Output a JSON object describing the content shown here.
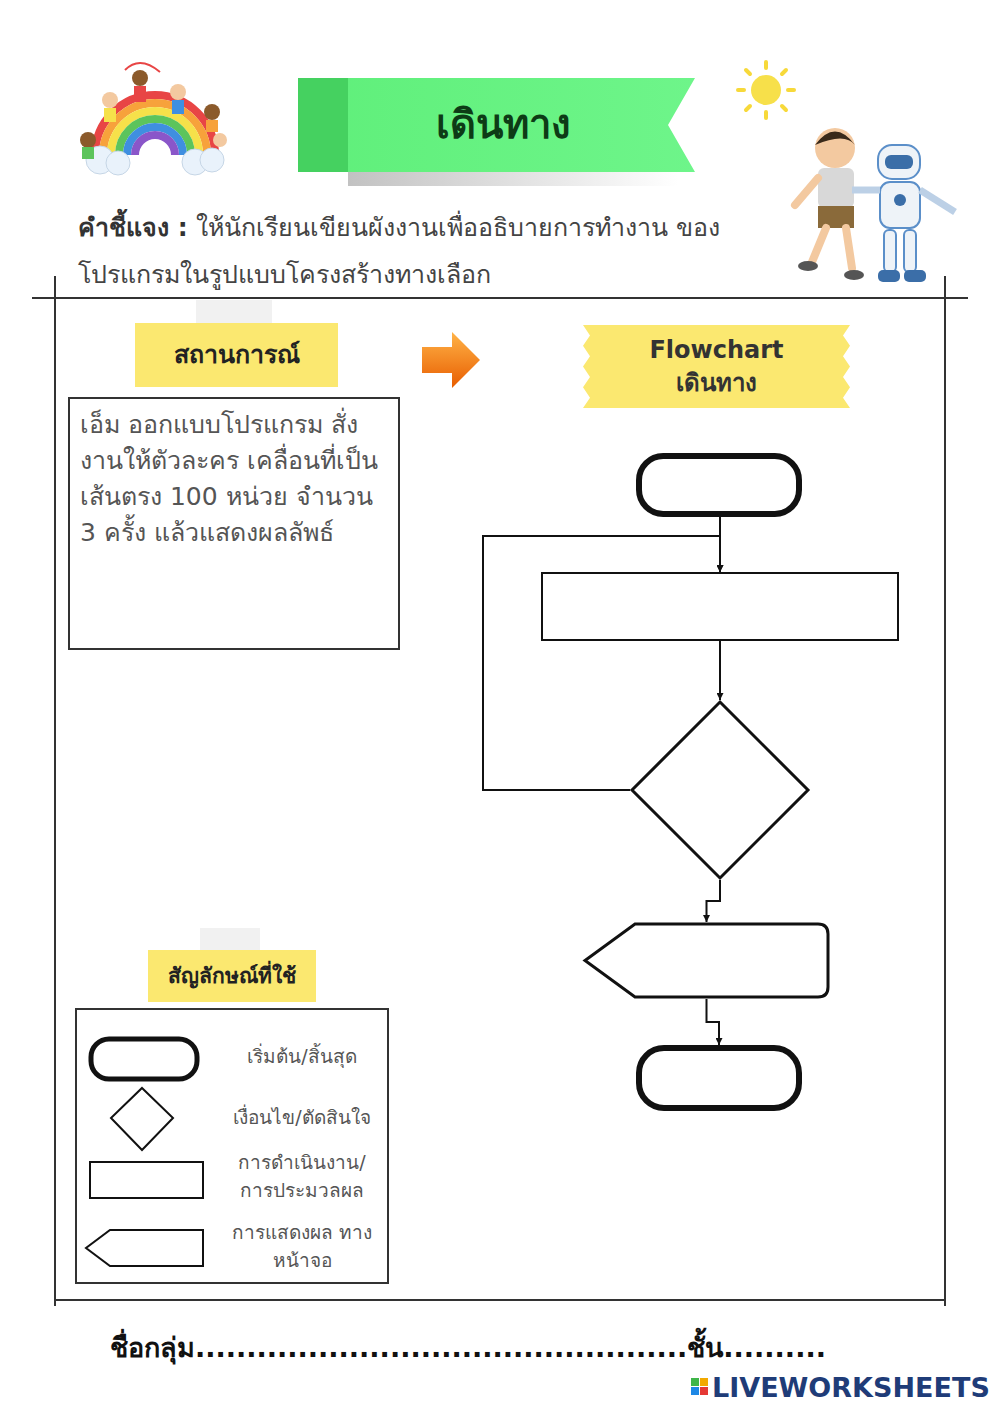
{
  "diagram": {
    "title": "เดินทาง",
    "nodes": [
      {
        "text": [
          "สถานการณ์"
        ]
      },
      {
        "text": [
          "เอ็ม ออกแบบโปรแกรม สั่งงานให้ตัวละคร เคลื่อนที่เป็นเส้นตรง 100 หน่วย จำนวน 3 ครั้ง แล้วแสดงผลลัพธ์"
        ]
      },
      {
        "text": [
          "Flowchart เดินทาง"
        ]
      },
      {
        "text": []
      },
      {
        "text": []
      },
      {
        "text": []
      },
      {
        "text": []
      },
      {
        "text": []
      },
      {
        "text": [
          "สัญลักษณ์ที่ใช้"
        ]
      }
    ],
    "edges": [
      {
        "from": 3,
        "to": 4,
        "arrow": "to"
      },
      {
        "from": 4,
        "to": 5,
        "arrow": "to"
      },
      {
        "from": 5,
        "to": 4,
        "arrow": "to"
      },
      {
        "from": 5,
        "to": 6,
        "arrow": "to"
      },
      {
        "from": 6,
        "to": 7,
        "arrow": "to"
      }
    ],
    "labels": [
      "คำชี้แจง :",
      "ให้นักเรียนเขียนผังงานเพื่ออธิบายการทำงาน ของโปรแกรมในรูปแบบโครงสร้างทางเลือก",
      "ชื่อกลุ่ม................................................ชั้น..........",
      "LIVEWORKSHEETS"
    ],
    "legend": [
      {
        "text": "เริ่มต้น/สิ้นสุด"
      },
      {
        "text": "เงื่อนไข/ตัดสินใจ"
      },
      {
        "text": "การดำเนินงาน/ การประมวลผล"
      },
      {
        "text": "การแสดงผล ทางหน้าจอ"
      }
    ]
  }
}
